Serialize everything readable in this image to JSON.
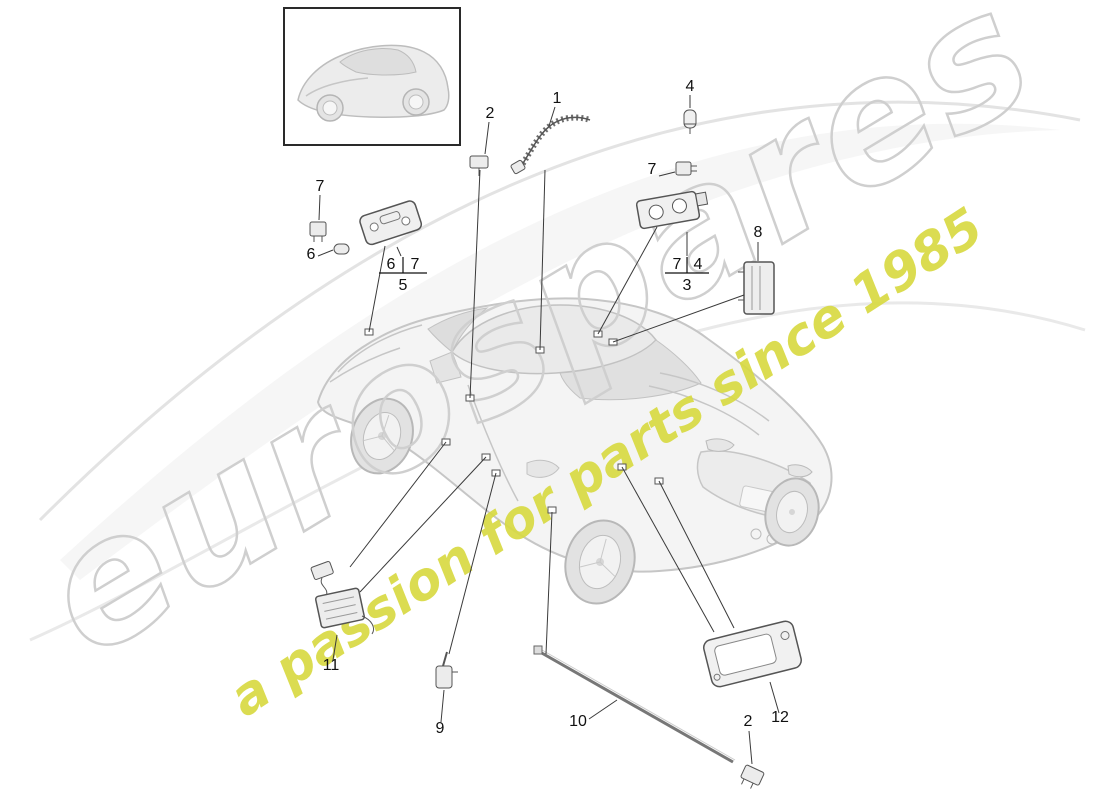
{
  "watermark": {
    "brand": "eurospares",
    "tagline": "a passion for parts since 1985",
    "brand_outline_color": "#cfcfcf",
    "tagline_color": "#d8da43"
  },
  "callouts": {
    "p1": {
      "label": "1"
    },
    "p2_top": {
      "label": "2"
    },
    "p2_bot": {
      "label": "2"
    },
    "p3": {
      "label": "3"
    },
    "p4_top": {
      "label": "4"
    },
    "p4_grp": {
      "label": "4"
    },
    "p5": {
      "label": "5"
    },
    "p6_left": {
      "label": "6"
    },
    "p6_grp": {
      "label": "6"
    },
    "p7_left": {
      "label": "7"
    },
    "p7_grp": {
      "label": "7"
    },
    "p7_right": {
      "label": "7"
    },
    "p7_grp2": {
      "label": "7"
    },
    "p8": {
      "label": "8"
    },
    "p9": {
      "label": "9"
    },
    "p10": {
      "label": "10"
    },
    "p11": {
      "label": "11"
    },
    "p12": {
      "label": "12"
    }
  }
}
